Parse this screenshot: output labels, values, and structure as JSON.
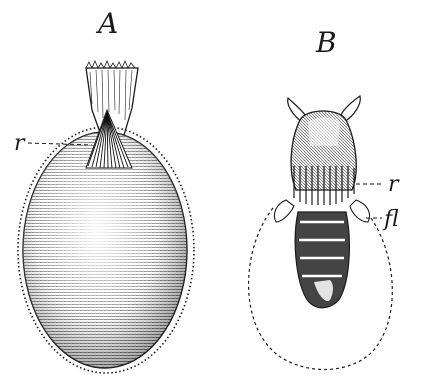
{
  "figure": {
    "panels": [
      {
        "id": "A",
        "label": "A",
        "callouts": [
          {
            "label": "r"
          }
        ]
      },
      {
        "id": "B",
        "label": "B",
        "callouts": [
          {
            "label": "r"
          },
          {
            "label": "fl"
          }
        ]
      }
    ],
    "ink_color": "#1a1a1a",
    "paper_color": "#ffffff"
  }
}
